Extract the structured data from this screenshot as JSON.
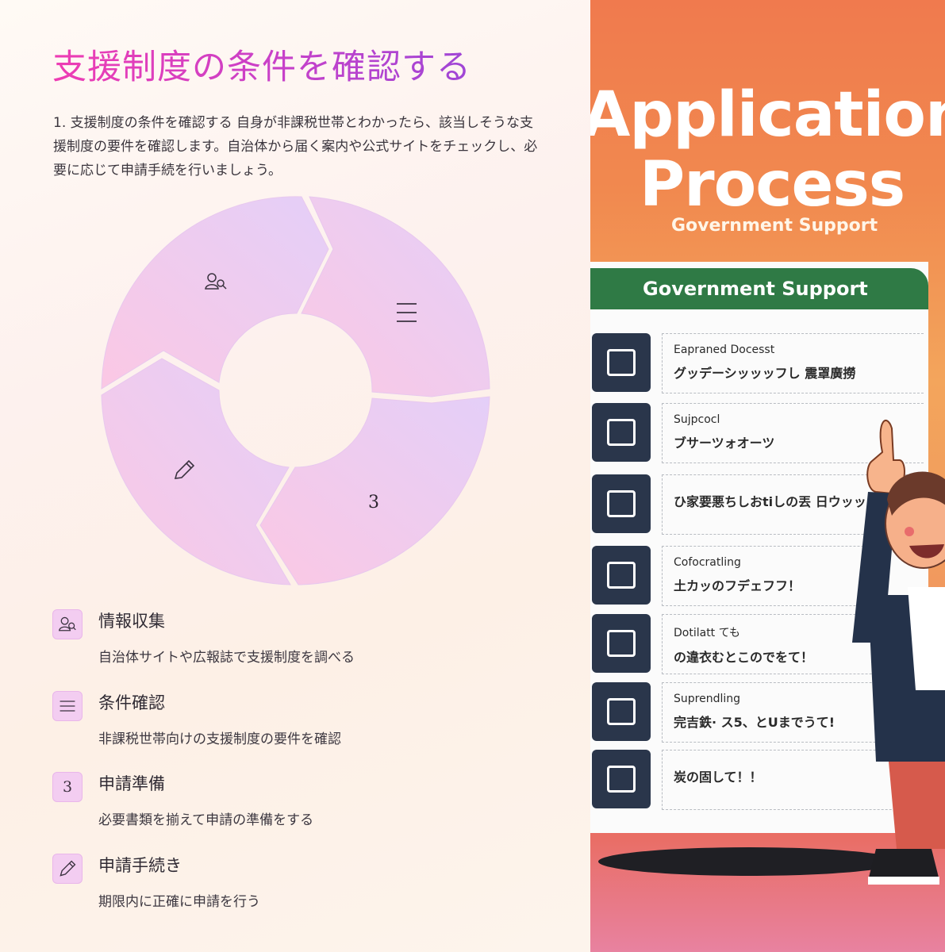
{
  "page": {
    "title": "支援制度の条件を確認する",
    "intro": "1. 支援制度の条件を確認する 自身が非課税世帯とわかったら、該当しそうな支援制度の要件を確認します。自治体から届く案内や公式サイトをチェックし、必要に応じて申請手続を行いましょう。"
  },
  "cycle": {
    "step3_label": "3",
    "colors": {
      "segment_start": "#f9c7e6",
      "segment_end": "#e6cdf7"
    }
  },
  "steps": [
    {
      "icon": "user-search-icon",
      "number": "",
      "title": "情報収集",
      "desc": "自治体サイトや広報誌で支援制度を調べる"
    },
    {
      "icon": "menu-lines-icon",
      "number": "",
      "title": "条件確認",
      "desc": "非課税世帯向けの支援制度の要件を確認"
    },
    {
      "icon": "number-icon",
      "number": "3",
      "title": "申請準備",
      "desc": "必要書類を揃えて申請の準備をする"
    },
    {
      "icon": "pencil-icon",
      "number": "",
      "title": "申請手続き",
      "desc": "期限内に正確に申請を行う"
    }
  ],
  "illustration": {
    "title_line1": "Application",
    "title_line2": "Process",
    "subtitle": "Government Support",
    "banner": "Government Support",
    "rows": [
      {
        "a": "Eapraned Docesst",
        "b": "グッデーシッッッフし 震罩廣撈"
      },
      {
        "a": "Sujpcocl",
        "b": "ブサーツォオーツ"
      },
      {
        "a": "",
        "b": "ひ家要悪ちしおtiしの丟 日ウッッラッフ"
      },
      {
        "a": "Cofocratling",
        "b": "土カッのフデェフフ！"
      },
      {
        "a": "Dotilatt ても",
        "b": "の違衣むとこのでをて！"
      },
      {
        "a": "Suprendling",
        "b": "完吉鉄· ス5、とUまでうて!"
      },
      {
        "a": "",
        "b": "炭の固して！！"
      }
    ],
    "colors": {
      "banner": "#2f7a45",
      "icon_tile": "#2a364b"
    }
  }
}
